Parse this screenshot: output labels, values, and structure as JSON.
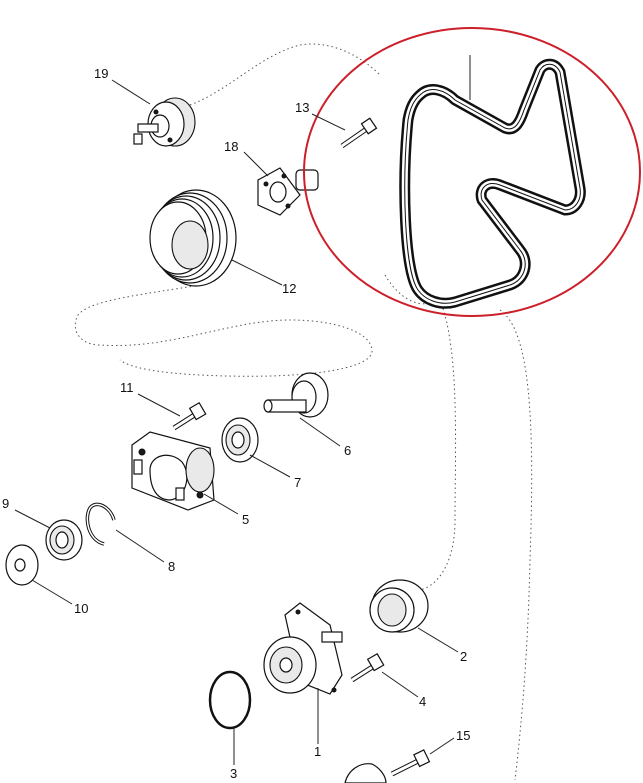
{
  "diagram": {
    "callouts": [
      {
        "id": "19",
        "label": "19"
      },
      {
        "id": "13",
        "label": "13"
      },
      {
        "id": "18",
        "label": "18"
      },
      {
        "id": "12",
        "label": "12"
      },
      {
        "id": "11",
        "label": "11"
      },
      {
        "id": "6",
        "label": "6"
      },
      {
        "id": "7",
        "label": "7"
      },
      {
        "id": "5",
        "label": "5"
      },
      {
        "id": "9",
        "label": "9"
      },
      {
        "id": "8",
        "label": "8"
      },
      {
        "id": "10",
        "label": "10"
      },
      {
        "id": "2",
        "label": "2"
      },
      {
        "id": "4",
        "label": "4"
      },
      {
        "id": "1",
        "label": "1"
      },
      {
        "id": "3",
        "label": "3"
      },
      {
        "id": "15",
        "label": "15"
      }
    ],
    "highlight_color": "#cc1f2a"
  }
}
